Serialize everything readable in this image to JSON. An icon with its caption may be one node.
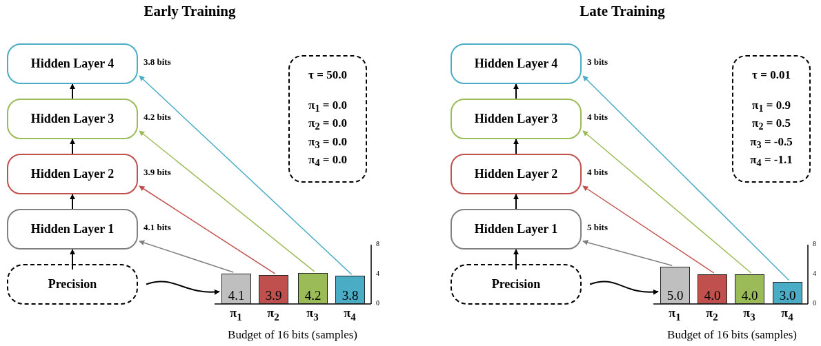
{
  "diagram": {
    "nodes": [
      {
        "text": [
          "Hidden Layer 4"
        ],
        "beside": [
          "3.8 bits"
        ]
      },
      {
        "text": [
          "Hidden Layer 3"
        ],
        "beside": [
          "4.2 bits"
        ]
      },
      {
        "text": [
          "Hidden Layer 2"
        ],
        "beside": [
          "3.9 bits"
        ]
      },
      {
        "text": [
          "Hidden Layer 1"
        ],
        "beside": [
          "4.1 bits"
        ]
      },
      {
        "text": [
          "Precision"
        ]
      },
      {
        "text": [
          "τ = 50.0",
          "π$_{1}$ = 0.0",
          "π$_{2}$ = 0.0",
          "π$_{3}$ = 0.0",
          "π$_{4}$ = 0.0"
        ]
      },
      {
        "text": [
          "4.1"
        ]
      },
      {
        "text": [
          "3.9"
        ]
      },
      {
        "text": [
          "4.2"
        ]
      },
      {
        "text": [
          "3.8"
        ]
      },
      {
        "text": [
          "Hidden Layer 4"
        ],
        "beside": [
          "3 bits"
        ]
      },
      {
        "text": [
          "Hidden Layer 3"
        ],
        "beside": [
          "4 bits"
        ]
      },
      {
        "text": [
          "Hidden Layer 2"
        ],
        "beside": [
          "4 bits"
        ]
      },
      {
        "text": [
          "Hidden Layer 1"
        ],
        "beside": [
          "5 bits"
        ]
      },
      {
        "text": [
          "Precision"
        ]
      },
      {
        "text": [
          "τ = 0.01",
          "π$_{1}$ = 0.9",
          "π$_{2}$ = 0.5",
          "π$_{3}$ = -0.5",
          "π$_{4}$ = -1.1"
        ]
      },
      {
        "text": [
          "5.0"
        ]
      },
      {
        "text": [
          "4.0"
        ]
      },
      {
        "text": [
          "4.0"
        ]
      },
      {
        "text": [
          "3.0"
        ]
      }
    ],
    "edges": [
      {
        "from": 4,
        "to": 3,
        "arrow": "to"
      },
      {
        "from": 3,
        "to": 2,
        "arrow": "to"
      },
      {
        "from": 2,
        "to": 1,
        "arrow": "to"
      },
      {
        "from": 1,
        "to": 0,
        "arrow": "to"
      },
      {
        "from": 6,
        "to": 3,
        "arrow": "to",
        "color": "#808080"
      },
      {
        "from": 7,
        "to": 2,
        "arrow": "to",
        "color": "#c0504d"
      },
      {
        "from": 8,
        "to": 1,
        "arrow": "to",
        "color": "#9bbb59"
      },
      {
        "from": 9,
        "to": 0,
        "arrow": "to",
        "color": "#4bacc6"
      },
      {
        "from": 4,
        "to": 6,
        "arrow": "to"
      },
      {
        "from": 14,
        "to": 13,
        "arrow": "to"
      },
      {
        "from": 13,
        "to": 12,
        "arrow": "to"
      },
      {
        "from": 12,
        "to": 11,
        "arrow": "to"
      },
      {
        "from": 11,
        "to": 10,
        "arrow": "to"
      },
      {
        "from": 16,
        "to": 13,
        "arrow": "to",
        "color": "#808080"
      },
      {
        "from": 17,
        "to": 12,
        "arrow": "to",
        "color": "#c0504d"
      },
      {
        "from": 18,
        "to": 11,
        "arrow": "to",
        "color": "#9bbb59"
      },
      {
        "from": 19,
        "to": 10,
        "arrow": "to",
        "color": "#4bacc6"
      },
      {
        "from": 14,
        "to": 16,
        "arrow": "to"
      }
    ],
    "labels": [
      "Early Training",
      "π$_{1}$",
      "π$_{2}$",
      "π$_{3}$",
      "π$_{4}$",
      "8",
      "4",
      "0",
      "Budget of 16 bits (samples)",
      "Late Training",
      "π$_{1}$",
      "π$_{2}$",
      "π$_{3}$",
      "π$_{4}$",
      "8",
      "4",
      "0",
      "Budget of 16 bits (samples)"
    ]
  }
}
